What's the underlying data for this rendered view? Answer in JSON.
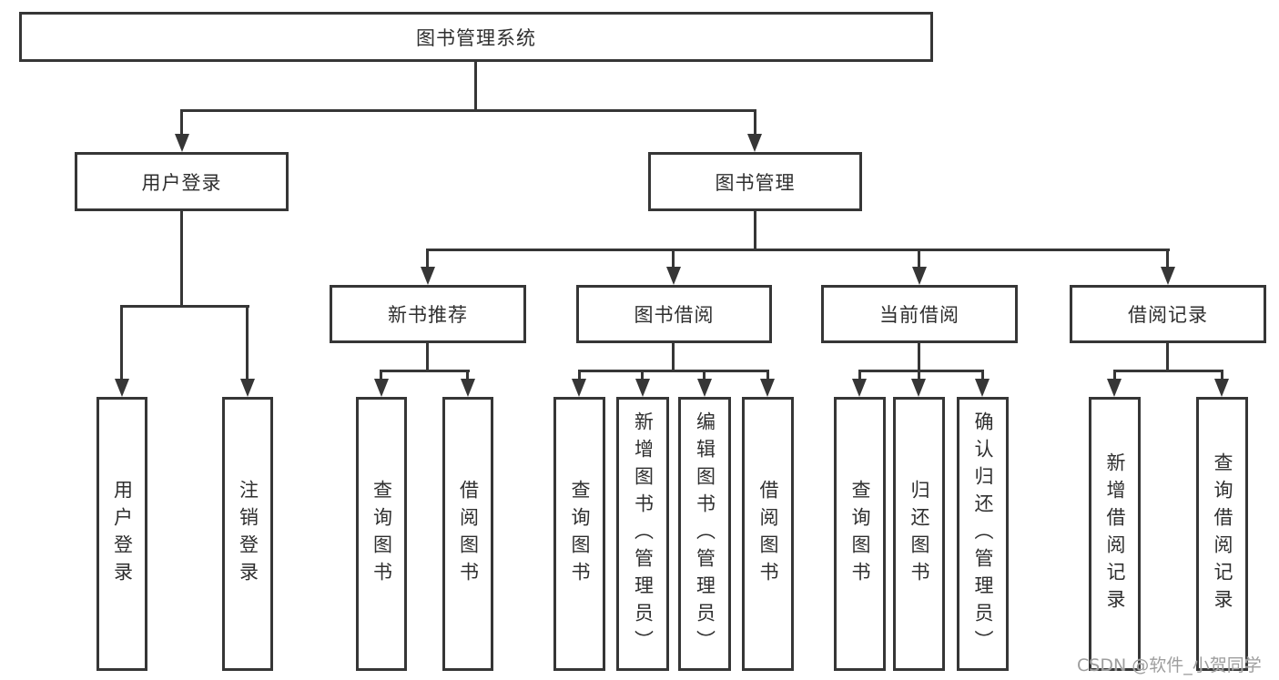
{
  "diagram": {
    "nodes": {
      "root": "图书管理系统",
      "user_login": "用户登录",
      "book_management": "图书管理",
      "new_book_recommend": "新书推荐",
      "book_borrowing": "图书借阅",
      "current_borrowing": "当前借阅",
      "borrowing_records": "借阅记录",
      "leaf_user_login": "用户登录",
      "leaf_logout": "注销登录",
      "leaf_rec_query_books": "查询图书",
      "leaf_rec_borrow_books": "借阅图书",
      "leaf_bor_query_books": "查询图书",
      "leaf_bor_add_books": "新增图书（管理员）",
      "leaf_bor_edit_books": "编辑图书（管理员）",
      "leaf_bor_borrow_books": "借阅图书",
      "leaf_cur_query_books": "查询图书",
      "leaf_cur_return_books": "归还图书",
      "leaf_cur_confirm_return": "确认归还（管理员）",
      "leaf_add_borrow_record": "新增借阅记录",
      "leaf_query_borrow_record": "查询借阅记录"
    },
    "hierarchy": {
      "图书管理系统": [
        "用户登录",
        "图书管理"
      ],
      "用户登录": [
        "用户登录",
        "注销登录"
      ],
      "图书管理": [
        "新书推荐",
        "图书借阅",
        "当前借阅",
        "借阅记录"
      ],
      "新书推荐": [
        "查询图书",
        "借阅图书"
      ],
      "图书借阅": [
        "查询图书",
        "新增图书（管理员）",
        "编辑图书（管理员）",
        "借阅图书"
      ],
      "当前借阅": [
        "查询图书",
        "归还图书",
        "确认归还（管理员）"
      ],
      "借阅记录": [
        "新增借阅记录",
        "查询借阅记录"
      ]
    },
    "colors": {
      "line": "#363636",
      "text": "#2f2f2f",
      "background": "#ffffff",
      "watermark": "#9e9e9e"
    }
  },
  "watermark": {
    "text": "CSDN @软件_小贺同学"
  }
}
